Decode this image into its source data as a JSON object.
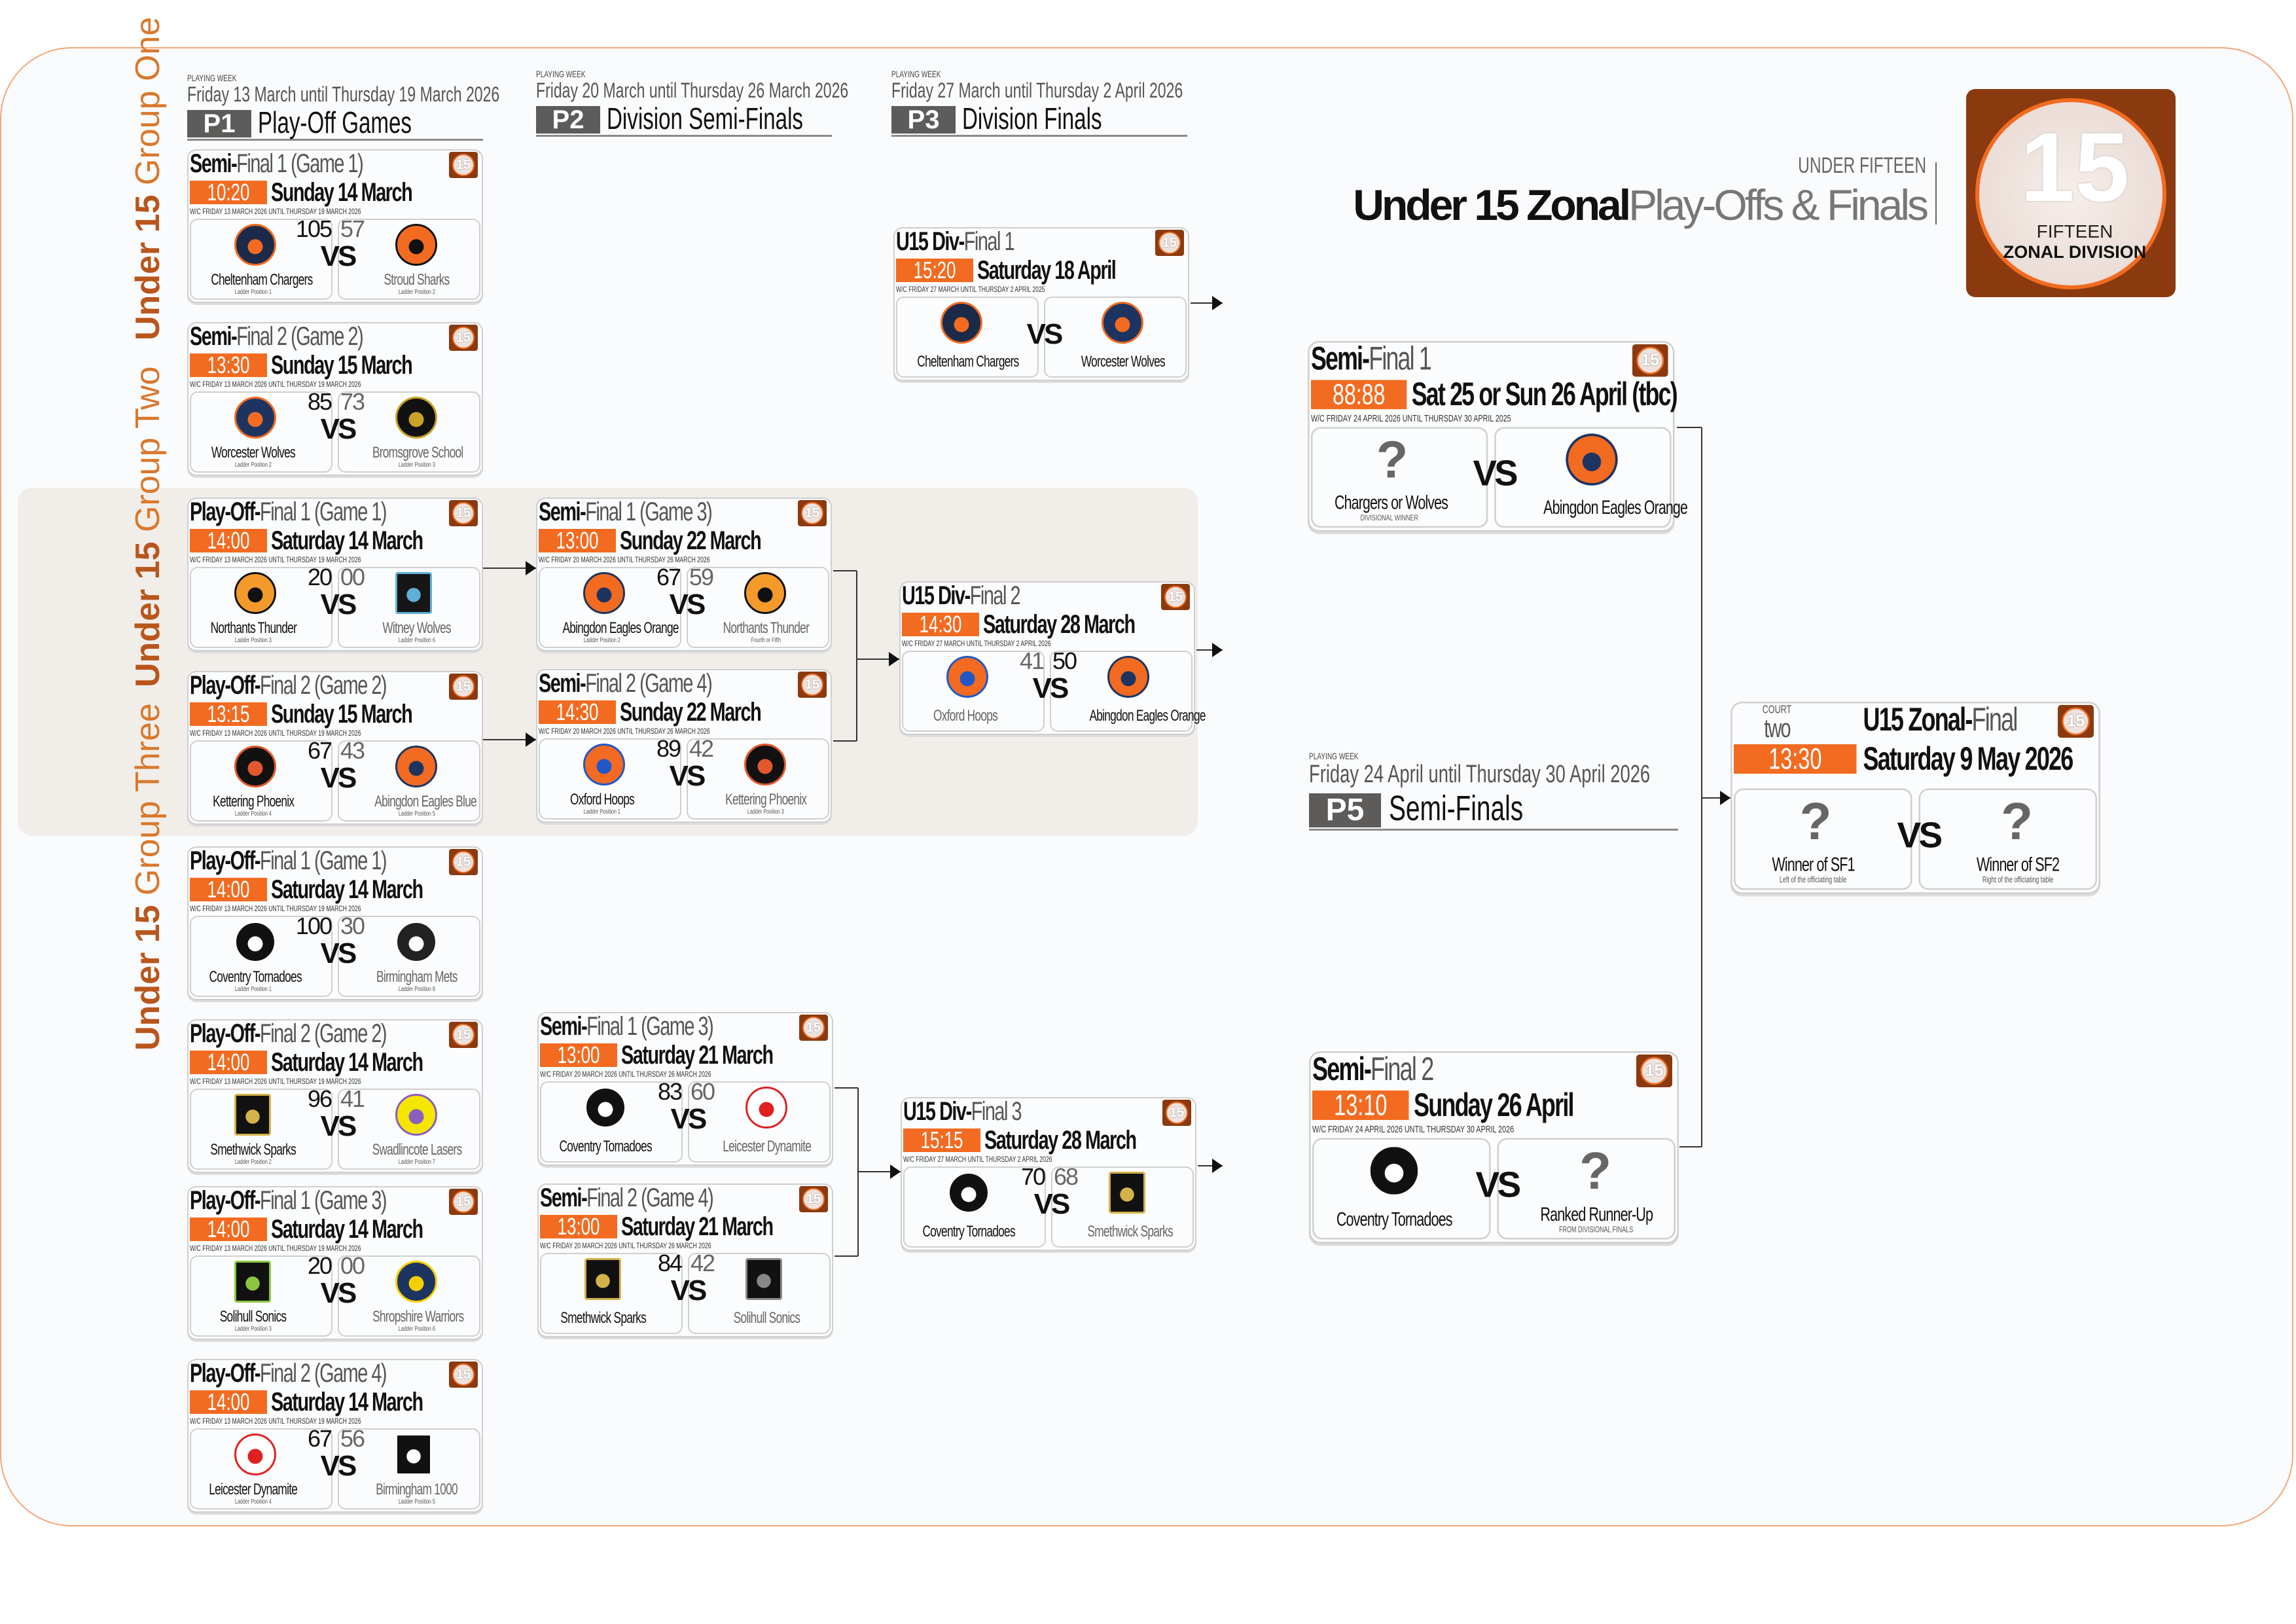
{
  "title": {
    "super": "UNDER FIFTEEN",
    "bold": "Under 15 Zonal",
    "light": "Play-Offs & Finals"
  },
  "logo": {
    "number": "15",
    "line1": "FIFTEEN",
    "line2": "ZONAL DIVISION",
    "brown": "#8b3a0f",
    "orange": "#f26b21"
  },
  "groups": [
    {
      "bold": "Under 15",
      "light": "Group One"
    },
    {
      "bold": "Under 15",
      "light": "Group Two"
    },
    {
      "bold": "Under 15",
      "light": "Group Three"
    }
  ],
  "phases": [
    {
      "playing_week": "PLAYING WEEK",
      "dates": "Friday 13 March until Thursday 19 March 2026",
      "code": "P1",
      "label": "Play-Off Games"
    },
    {
      "playing_week": "PLAYING WEEK",
      "dates": "Friday 20 March until Thursday 26 March 2026",
      "code": "P2",
      "label": "Division Semi-Finals"
    },
    {
      "playing_week": "PLAYING WEEK",
      "dates": "Friday 27 March until Thursday 2 April 2026",
      "code": "P3",
      "label": "Division Finals"
    },
    {
      "playing_week": "PLAYING WEEK",
      "dates": "Friday 24 April until Thursday 30 April 2026",
      "code": "P5",
      "label": "Semi-Finals"
    }
  ],
  "crest_number": "15",
  "vs_label": "VS",
  "cards": [
    {
      "id": "g1sf1",
      "title_bold": "Semi-",
      "title_light": "Final 1 (Game 1)",
      "time": "10:20",
      "date": "Sunday 14 March",
      "wc": "W/C FRIDAY 13 MARCH 2026 UNTIL THURSDAY 19 MARCH 2026",
      "winner": "home",
      "home": {
        "name": "Cheltenham Chargers",
        "sub": "Ladder Position 1",
        "score": "105",
        "logo": {
          "shape": "circle",
          "fill": "#1c2a4a",
          "accent": "#f26b21"
        }
      },
      "away": {
        "name": "Stroud Sharks",
        "sub": "Ladder Position 2",
        "score": "57",
        "logo": {
          "shape": "circle",
          "fill": "#f26b21",
          "accent": "#111111"
        }
      }
    },
    {
      "id": "g1sf2",
      "title_bold": "Semi-",
      "title_light": "Final 2 (Game 2)",
      "time": "13:30",
      "date": "Sunday 15 March",
      "wc": "W/C FRIDAY 13 MARCH 2026 UNTIL THURSDAY 19 MARCH 2026",
      "winner": "home",
      "home": {
        "name": "Worcester Wolves",
        "sub": "Ladder Position 2",
        "score": "85",
        "logo": {
          "shape": "circle",
          "fill": "#1d3461",
          "accent": "#f26b21"
        }
      },
      "away": {
        "name": "Bromsgrove School",
        "sub": "Ladder Position 3",
        "score": "73",
        "logo": {
          "shape": "circle",
          "fill": "#111111",
          "accent": "#c9a227"
        }
      }
    },
    {
      "id": "g1df1",
      "title_bold": "U15 Div-",
      "title_light": "Final 1",
      "time": "15:20",
      "date": "Saturday 18 April",
      "wc": "W/C FRIDAY 27 MARCH UNTIL THURSDAY 2 APRIL 2025",
      "winner": "none",
      "home": {
        "name": "Cheltenham Chargers",
        "logo": {
          "shape": "circle",
          "fill": "#1c2a4a",
          "accent": "#f26b21"
        }
      },
      "away": {
        "name": "Worcester Wolves",
        "logo": {
          "shape": "circle",
          "fill": "#1d3461",
          "accent": "#f26b21"
        }
      }
    },
    {
      "id": "g2po1",
      "title_bold": "Play-Off-",
      "title_light": "Final 1 (Game 1)",
      "time": "14:00",
      "date": "Saturday 14 March",
      "wc": "W/C FRIDAY 13 MARCH 2026 UNTIL THURSDAY 19 MARCH 2026",
      "winner": "home",
      "home": {
        "name": "Northants Thunder",
        "sub": "Ladder Position 3",
        "score": "20",
        "logo": {
          "shape": "circle",
          "fill": "#f39a2b",
          "accent": "#111111"
        }
      },
      "away": {
        "name": "Witney Wolves",
        "sub": "Ladder Position 6",
        "score": "00",
        "logo": {
          "shape": "square",
          "fill": "#161616",
          "accent": "#5fb0d8"
        }
      }
    },
    {
      "id": "g2po2",
      "title_bold": "Play-Off-",
      "title_light": "Final 2 (Game 2)",
      "time": "13:15",
      "date": "Sunday 15 March",
      "wc": "W/C FRIDAY 13 MARCH 2026 UNTIL THURSDAY 19 MARCH 2026",
      "winner": "home",
      "home": {
        "name": "Kettering Phoenix",
        "sub": "Ladder Position 4",
        "score": "67",
        "logo": {
          "shape": "circle",
          "fill": "#111111",
          "accent": "#e4572e"
        }
      },
      "away": {
        "name": "Abingdon Eagles Blue",
        "sub": "Ladder Position 5",
        "score": "43",
        "logo": {
          "shape": "circle",
          "fill": "#f26b21",
          "accent": "#1d3461"
        }
      }
    },
    {
      "id": "g2sf1",
      "title_bold": "Semi-",
      "title_light": "Final 1 (Game 3)",
      "time": "13:00",
      "date": "Sunday 22 March",
      "wc": "W/C FRIDAY 20 MARCH 2026 UNTIL THURSDAY 26 MARCH 2026",
      "winner": "home",
      "home": {
        "name": "Abingdon Eagles Orange",
        "sub": "Ladder Position 2",
        "score": "67",
        "logo": {
          "shape": "circle",
          "fill": "#f26b21",
          "accent": "#1d3461"
        }
      },
      "away": {
        "name": "Northants Thunder",
        "sub": "Fourth or Fifth",
        "score": "59",
        "logo": {
          "shape": "circle",
          "fill": "#f39a2b",
          "accent": "#111111"
        }
      }
    },
    {
      "id": "g2sf2",
      "title_bold": "Semi-",
      "title_light": "Final 2 (Game 4)",
      "time": "14:30",
      "date": "Sunday 22 March",
      "wc": "W/C FRIDAY 20 MARCH 2026 UNTIL THURSDAY 26 MARCH 2026",
      "winner": "home",
      "home": {
        "name": "Oxford Hoops",
        "sub": "Ladder Position 1",
        "score": "89",
        "logo": {
          "shape": "circle",
          "fill": "#f26b21",
          "accent": "#2158c6"
        }
      },
      "away": {
        "name": "Kettering Phoenix",
        "sub": "Ladder Position 3",
        "score": "42",
        "logo": {
          "shape": "circle",
          "fill": "#111111",
          "accent": "#e4572e"
        }
      }
    },
    {
      "id": "g2df2",
      "title_bold": "U15 Div-",
      "title_light": "Final 2",
      "time": "14:30",
      "date": "Saturday 28 March",
      "wc": "W/C FRIDAY 27 MARCH UNTIL THURSDAY 2 APRIL 2026",
      "winner": "away",
      "home": {
        "name": "Oxford Hoops",
        "score": "41",
        "logo": {
          "shape": "circle",
          "fill": "#f26b21",
          "accent": "#2158c6"
        }
      },
      "away": {
        "name": "Abingdon Eagles Orange",
        "score": "50",
        "logo": {
          "shape": "circle",
          "fill": "#f26b21",
          "accent": "#1d3461"
        }
      }
    },
    {
      "id": "g3po1",
      "title_bold": "Play-Off-",
      "title_light": "Final 1 (Game 1)",
      "time": "14:00",
      "date": "Saturday 14 March",
      "wc": "W/C FRIDAY 13 MARCH 2026 UNTIL THURSDAY 19 MARCH 2026",
      "winner": "home",
      "home": {
        "name": "Coventry Tornadoes",
        "sub": "Ladder Position 1",
        "score": "100",
        "logo": {
          "shape": "circle",
          "fill": "#111111",
          "accent": "#ffffff"
        }
      },
      "away": {
        "name": "Birmingham Mets",
        "sub": "Ladder Position 8",
        "score": "30",
        "logo": {
          "shape": "circle",
          "fill": "#222222",
          "accent": "#ffffff"
        }
      }
    },
    {
      "id": "g3po2",
      "title_bold": "Play-Off-",
      "title_light": "Final 2 (Game 2)",
      "time": "14:00",
      "date": "Saturday 14 March",
      "wc": "W/C FRIDAY 13 MARCH 2026 UNTIL THURSDAY 19 MARCH 2026",
      "winner": "home",
      "home": {
        "name": "Smethwick Sparks",
        "sub": "Ladder Position 2",
        "score": "96",
        "logo": {
          "shape": "square",
          "fill": "#111111",
          "accent": "#d4b24a"
        }
      },
      "away": {
        "name": "Swadlincote Lasers",
        "sub": "Ladder Position 7",
        "score": "41",
        "logo": {
          "shape": "circle",
          "fill": "#f5e600",
          "accent": "#8b5fbf"
        }
      }
    },
    {
      "id": "g3po3",
      "title_bold": "Play-Off-",
      "title_light": "Final 1 (Game 3)",
      "time": "14:00",
      "date": "Saturday 14 March",
      "wc": "W/C FRIDAY 13 MARCH 2026 UNTIL THURSDAY 19 MARCH 2026",
      "winner": "home",
      "home": {
        "name": "Solihull Sonics",
        "sub": "Ladder Position 3",
        "score": "20",
        "logo": {
          "shape": "square",
          "fill": "#111111",
          "accent": "#8cc63f"
        }
      },
      "away": {
        "name": "Shropshire Warriors",
        "sub": "Ladder Position 6",
        "score": "00",
        "logo": {
          "shape": "circle",
          "fill": "#1d3461",
          "accent": "#f5d000"
        }
      }
    },
    {
      "id": "g3po4",
      "title_bold": "Play-Off-",
      "title_light": "Final 2 (Game 4)",
      "time": "14:00",
      "date": "Saturday 14 March",
      "wc": "W/C FRIDAY 13 MARCH 2026 UNTIL THURSDAY 19 MARCH 2026",
      "winner": "home",
      "home": {
        "name": "Leicester Dynamite",
        "sub": "Ladder Position 4",
        "score": "67",
        "logo": {
          "shape": "circle",
          "fill": "#ffffff",
          "accent": "#e02020"
        }
      },
      "away": {
        "name": "Birmingham 1000",
        "sub": "Ladder Position 5",
        "score": "56",
        "logo": {
          "shape": "square",
          "fill": "#111111",
          "accent": "#ffffff"
        }
      }
    },
    {
      "id": "g3sf1",
      "title_bold": "Semi-",
      "title_light": "Final 1 (Game 3)",
      "time": "13:00",
      "date": "Saturday 21 March",
      "wc": "W/C FRIDAY 20 MARCH 2026 UNTIL THURSDAY 26 MARCH 2026",
      "winner": "home",
      "home": {
        "name": "Coventry Tornadoes",
        "score": "83",
        "logo": {
          "shape": "circle",
          "fill": "#111111",
          "accent": "#ffffff"
        }
      },
      "away": {
        "name": "Leicester Dynamite",
        "score": "60",
        "logo": {
          "shape": "circle",
          "fill": "#ffffff",
          "accent": "#e02020"
        }
      }
    },
    {
      "id": "g3sf2",
      "title_bold": "Semi-",
      "title_light": "Final 2 (Game 4)",
      "time": "13:00",
      "date": "Saturday 21 March",
      "wc": "W/C FRIDAY 20 MARCH 2026 UNTIL THURSDAY 26 MARCH 2026",
      "winner": "home",
      "home": {
        "name": "Smethwick Sparks",
        "score": "84",
        "logo": {
          "shape": "square",
          "fill": "#111111",
          "accent": "#d4b24a"
        }
      },
      "away": {
        "name": "Solihull Sonics",
        "score": "42",
        "logo": {
          "shape": "square",
          "fill": "#111111",
          "accent": "#888888"
        }
      }
    },
    {
      "id": "g3df3",
      "title_bold": "U15 Div-",
      "title_light": "Final 3",
      "time": "15:15",
      "date": "Saturday 28 March",
      "wc": "W/C FRIDAY 27 MARCH UNTIL THURSDAY 2 APRIL 2026",
      "winner": "home",
      "home": {
        "name": "Coventry Tornadoes",
        "score": "70",
        "logo": {
          "shape": "circle",
          "fill": "#111111",
          "accent": "#ffffff"
        }
      },
      "away": {
        "name": "Smethwick Sparks",
        "score": "68",
        "logo": {
          "shape": "square",
          "fill": "#111111",
          "accent": "#d4b24a"
        }
      }
    },
    {
      "id": "zsf1",
      "title_bold": "Semi-",
      "title_light": "Final 1",
      "time": "88:88",
      "date": "Sat 25 or Sun 26 April (tbc)",
      "wc": "W/C FRIDAY 24 APRIL 2026 UNTIL THURSDAY 30 APRIL 2025",
      "winner": "none",
      "home": {
        "name": "Chargers or Wolves",
        "sub": "DIVISIONAL WINNER",
        "logo": {
          "shape": "question",
          "glyph": "?"
        }
      },
      "away": {
        "name": "Abingdon Eagles Orange",
        "logo": {
          "shape": "circle",
          "fill": "#f26b21",
          "accent": "#1d3461"
        }
      }
    },
    {
      "id": "zsf2",
      "title_bold": "Semi-",
      "title_light": "Final 2",
      "time": "13:10",
      "date": "Sunday 26 April",
      "wc": "W/C FRIDAY 24 APRIL 2026 UNTIL THURSDAY 30 APRIL 2026",
      "winner": "none",
      "home": {
        "name": "Coventry Tornadoes",
        "logo": {
          "shape": "circle",
          "fill": "#111111",
          "accent": "#ffffff"
        }
      },
      "away": {
        "name": "Ranked Runner-Up",
        "sub": "FROM DIVISIONAL FINALS",
        "logo": {
          "shape": "question",
          "glyph": "?"
        }
      }
    },
    {
      "id": "final",
      "title_bold": "U15 Zonal-",
      "title_light": "Final",
      "court_label": "COURT",
      "court": "two",
      "time": "13:30",
      "date": "Saturday 9 May 2026",
      "winner": "none",
      "home": {
        "name": "Winner of SF1",
        "sub": "Left of the officiating table",
        "logo": {
          "shape": "question",
          "glyph": "?"
        }
      },
      "away": {
        "name": "Winner of SF2",
        "sub": "Right of the officiating table",
        "logo": {
          "shape": "question",
          "glyph": "?"
        }
      }
    }
  ]
}
